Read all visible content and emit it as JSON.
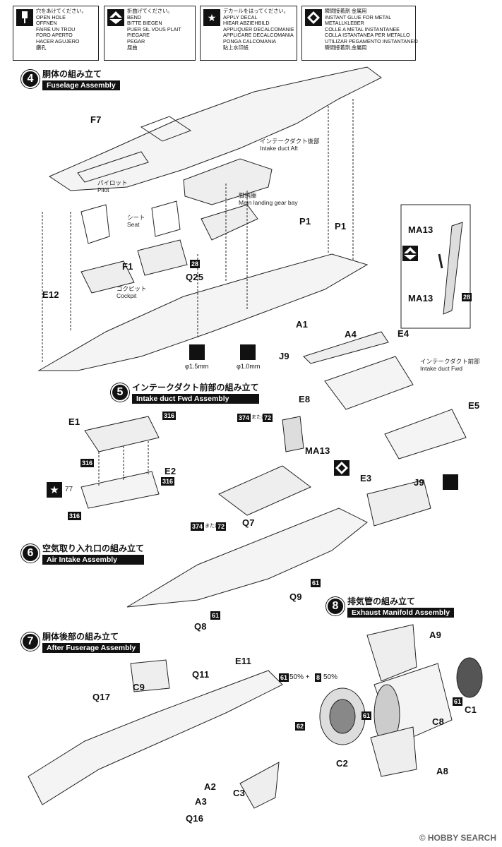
{
  "legend": [
    {
      "icon": "drill-hole-icon",
      "lines": [
        "穴をあけてください。",
        "OPEN HOLE",
        "OFFNEN",
        "FAIRE UN TROU",
        "FORO APERTO",
        "HACER AGUJERO",
        "鑽孔"
      ]
    },
    {
      "icon": "bend-icon",
      "lines": [
        "折曲げてください。",
        "BEND",
        "BITTE BIEGEN",
        "PUER SIL VOUS PLAIT",
        "PIEGARE",
        "PEGAR",
        "屈曲"
      ]
    },
    {
      "icon": "decal-star-icon",
      "lines": [
        "デカールをはってください。",
        "APPLY DECAL",
        "HIEAR ABZIEHBILD",
        "APPLIQUER DECALCOMANIE",
        "APPLICARE DECALCOMANIA",
        "PONGA CALCOMANIA",
        "貼上水印紙"
      ]
    },
    {
      "icon": "instant-glue-icon",
      "lines": [
        "瞬間接着剤 金属用",
        "INSTANT GLUE FOR METAL",
        "METALLKLEBER",
        "COLLE A METAL INSTANTANEE",
        "COLLA ISTANTANEA PER METALLO",
        "UTILIZAR PEGAMENTO INSTANTANEO",
        "瞬間接着劑,金屬用"
      ]
    }
  ],
  "sections": [
    {
      "num": "4",
      "jp": "胴体の組み立て",
      "en": "Fuselage Assembly"
    },
    {
      "num": "5",
      "jp": "インテークダクト前部の組み立て",
      "en": "Intake duct Fwd Assembly"
    },
    {
      "num": "6",
      "jp": "空気取り入れ口の組み立て",
      "en": "Air Intake Assembly"
    },
    {
      "num": "7",
      "jp": "胴体後部の組み立て",
      "en": "After Fuserage Assembly"
    },
    {
      "num": "8",
      "jp": "排気管の組み立て",
      "en": "Exhaust Manifold Assembly"
    }
  ],
  "parts": {
    "F7": "F7",
    "P1a": "P1",
    "P1b": "P1",
    "F1": "F1",
    "Q25": "Q25",
    "E12": "E12",
    "A1": "A1",
    "A4": "A4",
    "J9a": "J9",
    "E4": "E4",
    "MA13a": "MA13",
    "MA13b": "MA13",
    "E8": "E8",
    "E5": "E5",
    "MA13c": "MA13",
    "E1": "E1",
    "E2": "E2",
    "E3": "E3",
    "J9b": "J9",
    "Q7": "Q7",
    "Q9": "Q9",
    "Q8": "Q8",
    "E11": "E11",
    "Q11": "Q11",
    "C9": "C9",
    "Q17": "Q17",
    "A2": "A2",
    "A3": "A3",
    "Q16": "Q16",
    "C3": "C3",
    "A9": "A9",
    "C1": "C1",
    "C8": "C8",
    "C2": "C2",
    "A8": "A8"
  },
  "notes": {
    "intake_aft_jp": "インテークダクト後部",
    "intake_aft_en": "Intake duct Aft",
    "pilot_jp": "パイロット",
    "pilot_en": "Pilot",
    "gear_jp": "脚納庫",
    "gear_en": "Main landing gear bay",
    "seat_jp": "シート",
    "seat_en": "Seat",
    "cockpit_jp": "コクピット",
    "cockpit_en": "Cockpit",
    "intake_fwd_jp": "インテークダクト前部",
    "intake_fwd_en": "Intake duct Fwd",
    "drill1": "φ1.5mm",
    "drill2": "φ1.0mm",
    "mix": "50% + ",
    "mix2": "50%",
    "or": "または"
  },
  "tags": [
    "28",
    "28",
    "316",
    "316",
    "316",
    "316",
    "374",
    "72",
    "374",
    "72",
    "61",
    "61",
    "61",
    "61",
    "62",
    "8",
    "61"
  ],
  "decal_num": "77",
  "watermark": "© HOBBY SEARCH"
}
